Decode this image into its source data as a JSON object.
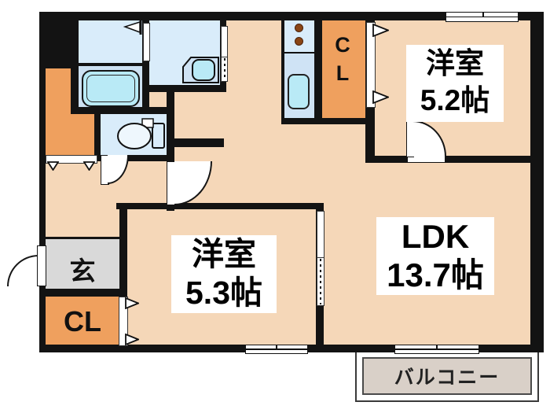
{
  "rooms": {
    "yoshitsu52": {
      "name": "洋室",
      "size": "5.2帖"
    },
    "yoshitsu53": {
      "name": "洋室",
      "size": "5.3帖"
    },
    "ldk": {
      "name": "LDK",
      "size": "13.7帖"
    },
    "cl_upper": {
      "label": "CL"
    },
    "cl_lower": {
      "label": "CL"
    },
    "genkan": {
      "label": "玄"
    },
    "balcony": {
      "label": "バルコニー"
    }
  },
  "colors": {
    "wall": "#131313",
    "room_beige": "#f5d7b8",
    "wet_area_blue": "#d9ecfa",
    "kitchen_blue": "#cfe3f5",
    "closet_orange": "#efa05e",
    "entrance_gray": "#d9d9d9",
    "balcony_gray": "#d9d0c8",
    "fixture_cyan": "#b9eaf6",
    "label_bg": "#ffffff"
  }
}
